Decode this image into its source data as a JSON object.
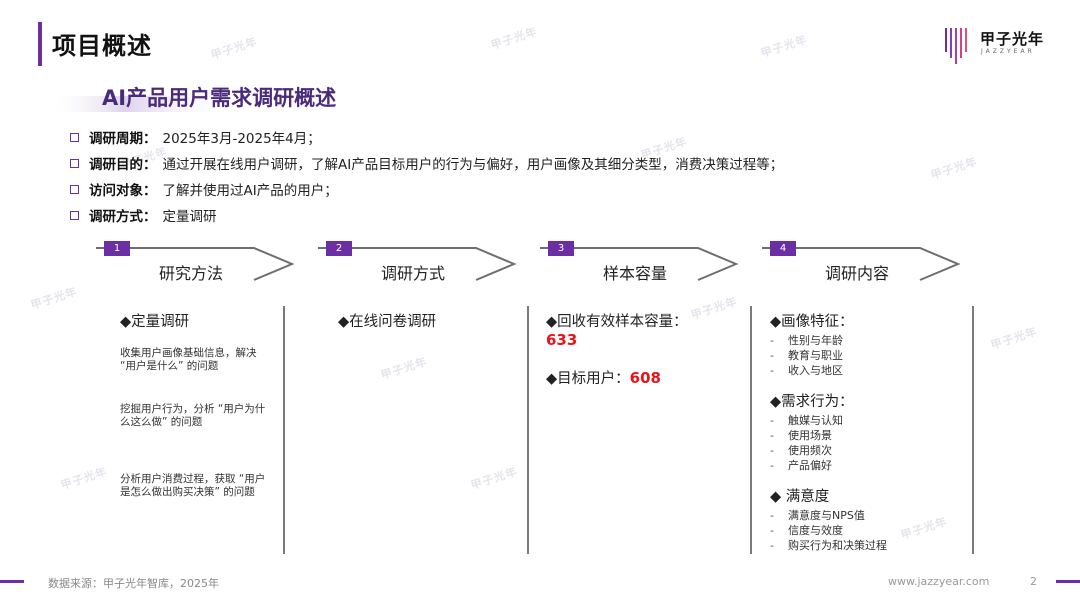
{
  "header": {
    "title": "项目概述",
    "logo_cn": "甲子光年",
    "logo_en": "JAZZYEAR"
  },
  "subtitle": "AI产品用户需求调研概述",
  "info": [
    {
      "label": "调研周期：",
      "value": "2025年3月-2025年4月；"
    },
    {
      "label": "调研目的：",
      "value": "通过开展在线用户调研，了解AI产品目标用户的行为与偏好，用户画像及其细分类型，消费决策过程等；"
    },
    {
      "label": "访问对象：",
      "value": "了解并使用过AI产品的用户；"
    },
    {
      "label": "调研方式：",
      "value": "定量调研"
    }
  ],
  "steps": [
    {
      "num": "1",
      "title": "研究方法"
    },
    {
      "num": "2",
      "title": "调研方式"
    },
    {
      "num": "3",
      "title": "样本容量"
    },
    {
      "num": "4",
      "title": "调研内容"
    }
  ],
  "col1": {
    "head": "◆定量调研",
    "p1": "收集用户画像基础信息，解决 “用户是什么” 的问题",
    "p2": "挖掘用户行为，分析 “用户为什么这么做” 的问题",
    "p3": "分析用户消费过程，获取 “用户是怎么做出购买决策” 的问题"
  },
  "col2": {
    "head": "◆在线问卷调研"
  },
  "col3": {
    "sample_label": "◆回收有效样本容量：",
    "sample_value": "633",
    "target_label": "◆目标用户：",
    "target_value": "608"
  },
  "col4": {
    "groups": [
      {
        "head": "◆画像特征：",
        "items": [
          "性别与年龄",
          "教育与职业",
          "收入与地区"
        ]
      },
      {
        "head": "◆需求行为：",
        "items": [
          "触媒与认知",
          "使用场景",
          "使用频次",
          "产品偏好"
        ]
      },
      {
        "head": "◆ 满意度",
        "items": [
          "满意度与NPS值",
          "信度与效度",
          "购买行为和决策过程"
        ]
      }
    ]
  },
  "footer": {
    "source": "数据来源：甲子光年智库，2025年",
    "site": "www.jazzyear.com",
    "page": "2"
  },
  "colors": {
    "accent": "#6b2fa3",
    "highlight": "#e8141a"
  }
}
